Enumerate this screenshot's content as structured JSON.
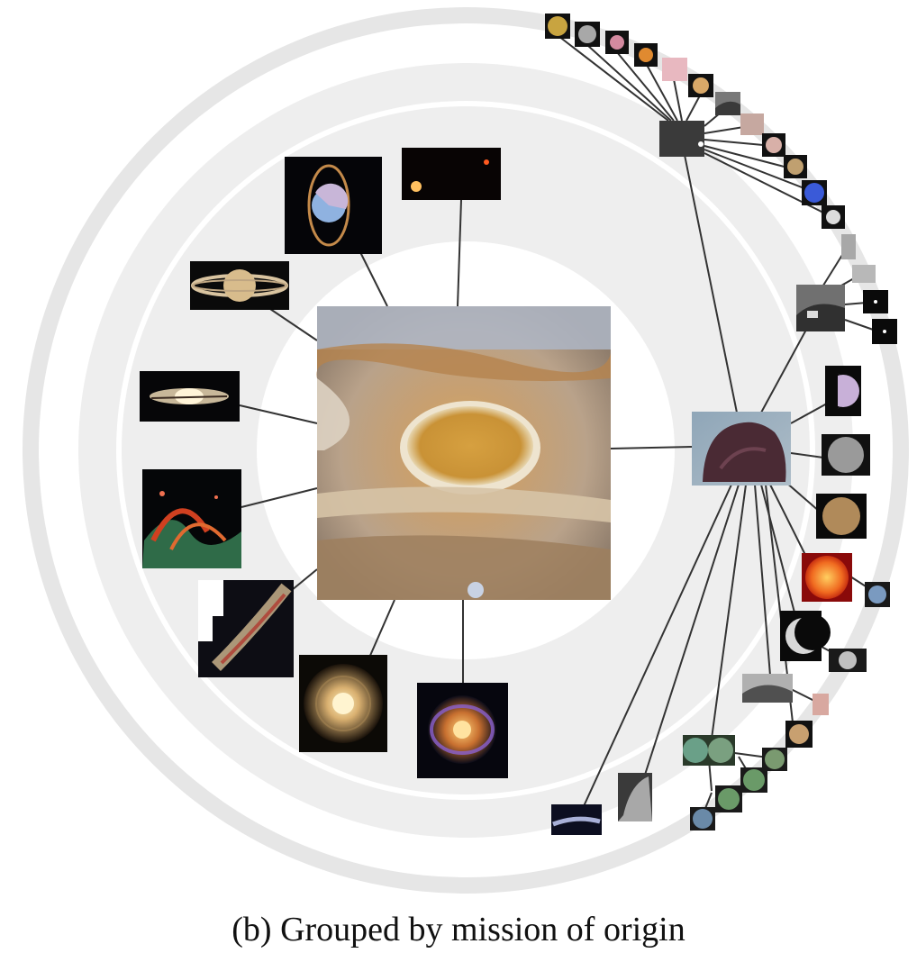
{
  "figure": {
    "caption": "(b) Grouped by mission of origin"
  },
  "graph": {
    "center": {
      "subject": "jupiter-great-red-spot-thumbnail"
    },
    "inner_ring": [
      "uranus-with-rings-thumbnail",
      "two-stars-thumbnail",
      "saturn-thumbnail",
      "sombrero-galaxy-thumbnail",
      "nebula-red-green-thumbnail",
      "galaxy-mosaic-thumbnail",
      "spiral-galaxy-thumbnail",
      "ring-galaxy-thumbnail"
    ],
    "hub_primary": {
      "subject": "dark-nebula-hub-thumbnail"
    },
    "hub_secondary": {
      "subject": "dark-starfield-hub-thumbnail"
    },
    "hub_tertiary": {
      "subject": "gray-terrain-hub-thumbnail"
    },
    "outer_cluster_top": [
      "mercury-thumb",
      "moon-gray-thumb",
      "pink-planet-thumb",
      "orange-planet-thumb",
      "pink-surface-thumb",
      "venus-thumb",
      "gray-crater-thumb",
      "pinkish-planet-thumb",
      "mars-thumb",
      "brown-planet-thumb",
      "neptune-thumb",
      "dark-moon-thumb"
    ],
    "outer_cluster_right": [
      "crescent-purple-thumb",
      "gray-moon-thumb",
      "brown-moon-thumb",
      "sun-thumb",
      "crescent-moon-thumb",
      "mars-surface-thumb",
      "milky-way-thumb",
      "rocky-surface-thumb"
    ]
  }
}
